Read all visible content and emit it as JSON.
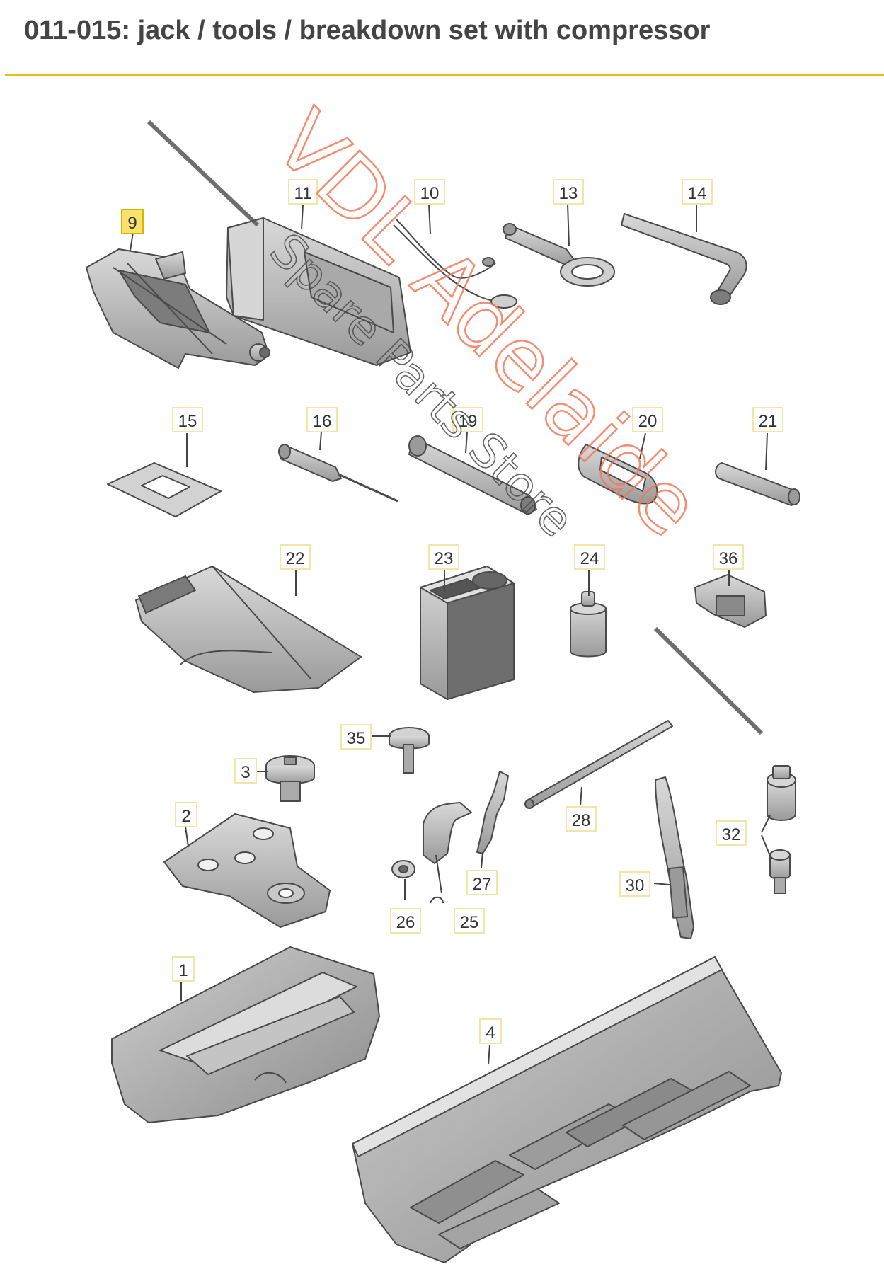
{
  "title": "011-015: jack / tools / breakdown set with compressor",
  "colors": {
    "accent_rule": "#e2c21a",
    "callout_border": "#f0e6a6",
    "callout_highlight_fill": "#f7e36a",
    "callout_highlight_border": "#d4b800",
    "watermark": "#f07a5a",
    "part_fill": "#bcbcbc",
    "part_stroke": "#4a4a4a"
  },
  "watermark": {
    "line1": "VDL Adelaide",
    "line2": "Spare Parts Store"
  },
  "callouts": {
    "c9": "9",
    "c11": "11",
    "c10": "10",
    "c13": "13",
    "c14": "14",
    "c15": "15",
    "c16": "16",
    "c19": "19",
    "c20": "20",
    "c21": "21",
    "c22": "22",
    "c23": "23",
    "c24": "24",
    "c36": "36",
    "c35": "35",
    "c3": "3",
    "c2": "2",
    "c28": "28",
    "c32": "32",
    "c27": "27",
    "c30": "30",
    "c26": "26",
    "c25": "25",
    "c1": "1",
    "c4": "4"
  },
  "highlighted_part": "9"
}
